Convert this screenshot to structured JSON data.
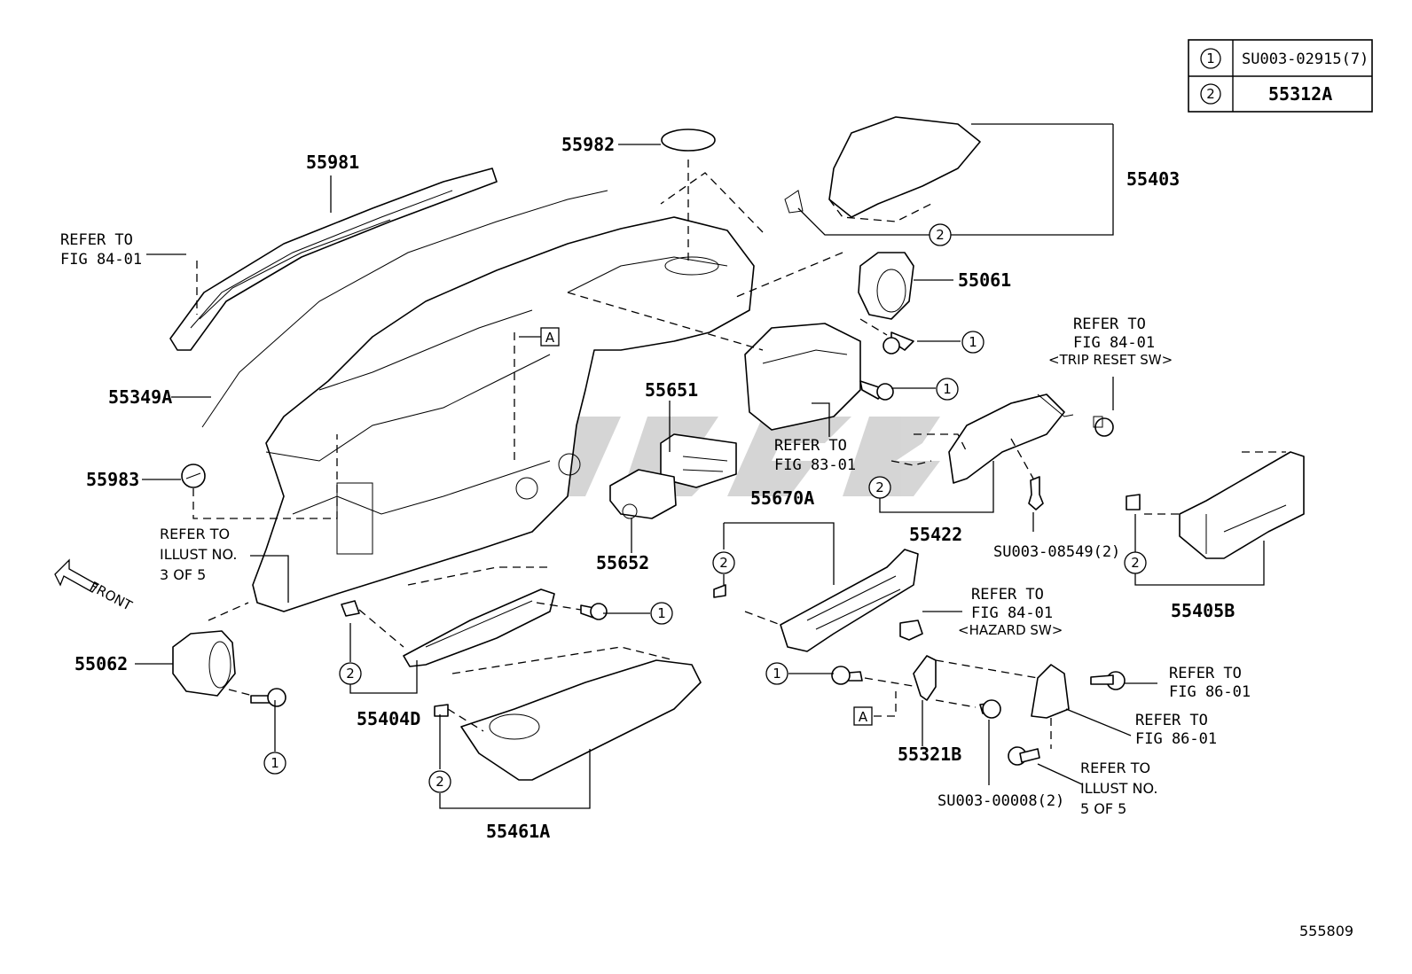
{
  "legend": [
    {
      "symbol": "1",
      "value": "SU003-02915(7)"
    },
    {
      "symbol": "2",
      "value": "55312A"
    }
  ],
  "parts": {
    "p55981": "55981",
    "p55982": "55982",
    "p55403": "55403",
    "p55061": "55061",
    "p55349A": "55349A",
    "p55983": "55983",
    "p55651": "55651",
    "p55652": "55652",
    "p55670A": "55670A",
    "p55422": "55422",
    "p55405B": "55405B",
    "p55062": "55062",
    "p55404D": "55404D",
    "p55461A": "55461A",
    "p55321B": "55321B",
    "pSU00308549": "SU003-08549(2)",
    "pSU00300008": "SU003-00008(2)"
  },
  "refs": {
    "r1": {
      "l1": "REFER TO",
      "l2": "FIG 84-01"
    },
    "r2": {
      "l1": "REFER TO",
      "l2": "FIG 84-01",
      "l3": "<TRIP RESET SW>"
    },
    "r3": {
      "l1": "REFER TO",
      "l2": "FIG 83-01"
    },
    "r4": {
      "l1": "REFER TO",
      "l2": "ILLUST NO.",
      "l3": "3 OF 5"
    },
    "r5": {
      "l1": "REFER TO",
      "l2": "FIG 84-01",
      "l3": "<HAZARD SW>"
    },
    "r6": {
      "l1": "REFER TO",
      "l2": "FIG 86-01"
    },
    "r7": {
      "l1": "REFER TO",
      "l2": "FIG 86-01"
    },
    "r8": {
      "l1": "REFER TO",
      "l2": "ILLUST NO.",
      "l3": "5 OF 5"
    }
  },
  "callouts": {
    "one": "1",
    "two": "2",
    "a": "A"
  },
  "front_label": "FRONT",
  "figure_id": "555809"
}
